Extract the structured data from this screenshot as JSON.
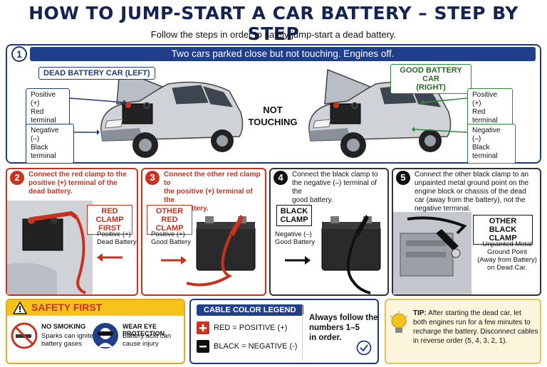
{
  "header": {
    "title": "HOW TO JUMP-START A CAR BATTERY – STEP BY STEP",
    "subtitle": "Follow the steps in order to safely jump-start a dead battery."
  },
  "step1": {
    "number": "1",
    "banner": "Two cars parked close but not touching. Engines off.",
    "dead_car_tag": "DEAD BATTERY CAR (LEFT)",
    "good_car_tag_line1": "GOOD BATTERY CAR",
    "good_car_tag_line2": "(RIGHT)",
    "positive_label": "Positive (+)",
    "positive_sub": "Red terminal",
    "negative_label": "Negative (–)",
    "negative_sub": "Black terminal",
    "center_line1": "NOT",
    "center_line2": "TOUCHING"
  },
  "step2": {
    "number": "2",
    "text_lines": [
      "Connect the red clamp to the",
      "positive (+) terminal of the",
      "dead battery."
    ],
    "clamp_lines": [
      "RED CLAMP",
      "FIRST"
    ],
    "target_lines": [
      "Positive (+)",
      "Dead Battery"
    ]
  },
  "step3": {
    "number": "3",
    "text_lines": [
      "Connect the other red clamp to",
      "the positive (+) terminal of the",
      "good battery."
    ],
    "clamp_lines": [
      "OTHER",
      "RED CLAMP"
    ],
    "target_lines": [
      "Positive (+)",
      "Good Battery"
    ]
  },
  "step4": {
    "number": "4",
    "text_lines": [
      "Connect the black clamp to",
      "the negative (–) terminal of the",
      "good battery."
    ],
    "clamp_lines": [
      "BLACK",
      "CLAMP"
    ],
    "target_lines": [
      "Negative (–)",
      "Good Battery"
    ]
  },
  "step5": {
    "number": "5",
    "text_lines": [
      "Connect the other black clamp to an",
      "unpainted metal ground point on the",
      "engine block or chassis of the dead",
      "car (away from the battery), not the",
      "negative terminal."
    ],
    "clamp_lines": [
      "OTHER BLACK",
      "CLAMP"
    ],
    "target_lines": [
      "Unpainted Metal",
      "Ground Point",
      "(Away from Battery)",
      "on Dead Car."
    ]
  },
  "safety": {
    "heading": "SAFETY FIRST",
    "item1_title": "NO SMOKING",
    "item1_lines": [
      "Sparks can ignite",
      "battery gases"
    ],
    "item2_title": "WEAR EYE PROTECTION",
    "item2_lines": [
      "Battery acid can",
      "cause injury"
    ]
  },
  "legend": {
    "heading": "CABLE COLOR LEGEND",
    "red": "RED = POSITIVE (+)",
    "black": "BLACK = NEGATIVE (-)",
    "note_lines": [
      "Always follow the",
      "numbers 1–5",
      "in order."
    ]
  },
  "tip": {
    "label": "TIP:",
    "text_first": "After starting the dead car, let",
    "text_lines": [
      "both engines run for a few minutes to",
      "recharge the battery. Disconnect cables",
      "in reverse order (5, 4, 3, 2, 1)."
    ]
  },
  "colors": {
    "navy": "#1f3a78",
    "red": "#c8321e",
    "green": "#2f8a3c",
    "yellow": "#f6c21c"
  }
}
